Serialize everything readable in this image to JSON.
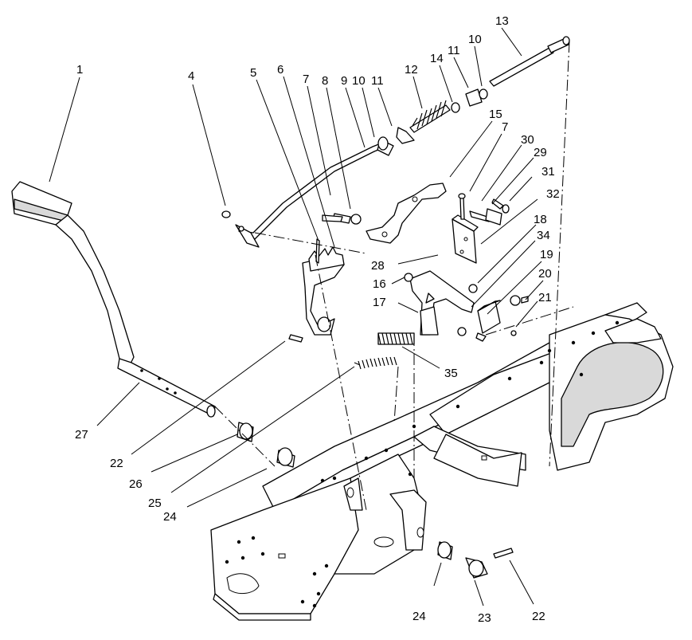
{
  "callouts": [
    "1",
    "4",
    "5",
    "6",
    "7",
    "8",
    "9",
    "10",
    "11",
    "12",
    "14",
    "11",
    "10",
    "13",
    "15",
    "7",
    "30",
    "29",
    "31",
    "32",
    "18",
    "34",
    "19",
    "20",
    "21",
    "28",
    "16",
    "17",
    "35",
    "27",
    "22",
    "26",
    "25",
    "24",
    "24",
    "23",
    "22"
  ]
}
